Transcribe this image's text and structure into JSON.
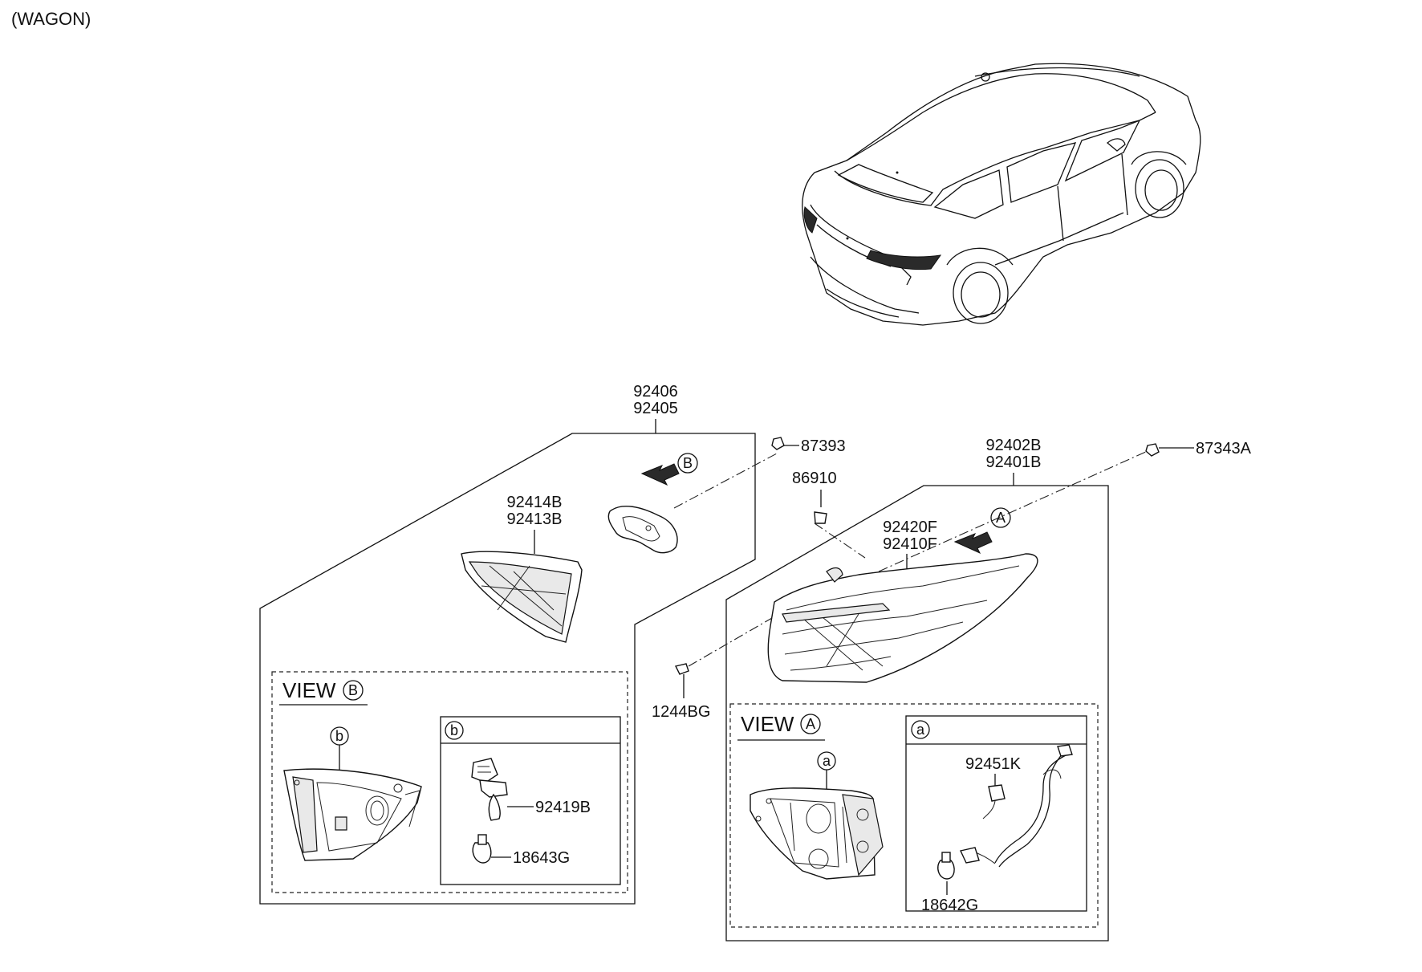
{
  "header": {
    "variant": "(WAGON)"
  },
  "views": {
    "view_a": {
      "title": "VIEW",
      "letter": "A"
    },
    "view_b": {
      "title": "VIEW",
      "letter": "B"
    }
  },
  "markers": {
    "a": "a",
    "b": "b",
    "A": "A",
    "B": "B"
  },
  "parts": {
    "p92406": "92406",
    "p92405": "92405",
    "p87393": "87393",
    "p92402B": "92402B",
    "p92401B": "92401B",
    "p87343A": "87343A",
    "p86910": "86910",
    "p92414B": "92414B",
    "p92413B": "92413B",
    "p92420F": "92420F",
    "p92410F": "92410F",
    "p1244BG": "1244BG",
    "p92419B": "92419B",
    "p18643G": "18643G",
    "p92451K": "92451K",
    "p18642G": "18642G"
  }
}
